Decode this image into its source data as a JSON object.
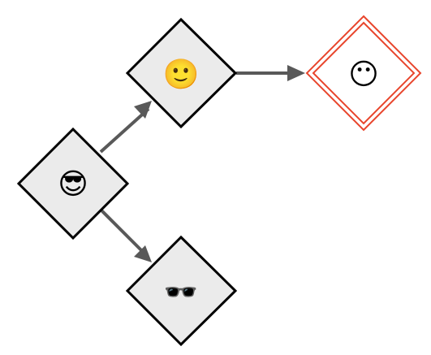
{
  "diagram": {
    "nodes": [
      {
        "id": "smiling-with-sunglasses",
        "icon": "smiling-face-with-sunglasses-icon",
        "glyph": "😎",
        "highlighted": false
      },
      {
        "id": "slightly-smiling",
        "icon": "slightly-smiling-face-icon",
        "glyph": "🙂",
        "highlighted": false
      },
      {
        "id": "face-without-mouth",
        "icon": "face-without-mouth-icon",
        "glyph": "😶",
        "highlighted": true
      },
      {
        "id": "sunglasses",
        "icon": "sunglasses-icon",
        "glyph": "🕶️",
        "highlighted": false
      }
    ],
    "edges": [
      {
        "from": "smiling-with-sunglasses",
        "to": "slightly-smiling"
      },
      {
        "from": "slightly-smiling",
        "to": "face-without-mouth"
      },
      {
        "from": "smiling-with-sunglasses",
        "to": "sunglasses"
      }
    ],
    "colors": {
      "node_fill": "#ebebeb",
      "node_stroke": "#000000",
      "highlight_stroke": "#e8452c",
      "edge": "#595959"
    }
  }
}
